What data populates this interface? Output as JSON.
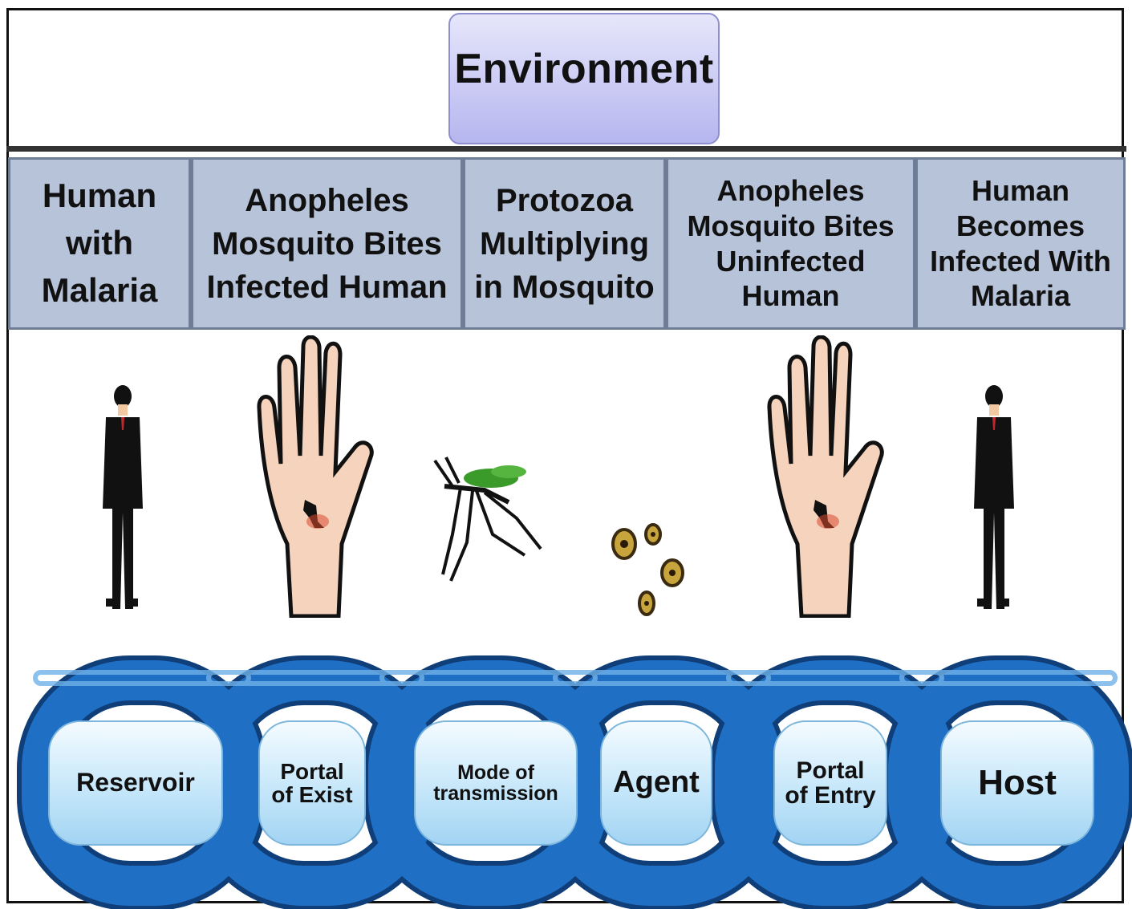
{
  "environment": {
    "label": "Environment"
  },
  "steps": [
    {
      "label": "Human\nwith\nMalaria"
    },
    {
      "label": "Anopheles\nMosquito  Bites\nInfected  Human"
    },
    {
      "label": "Protozoa\nMultiplying\nin Mosquito"
    },
    {
      "label": "Anopheles\nMosquito Bites\nUninfected\nHuman"
    },
    {
      "label": "Human\nBecomes\nInfected With\nMalaria"
    }
  ],
  "chain_links": [
    {
      "label": "Reservoir"
    },
    {
      "label": "Portal\nof Exist"
    },
    {
      "label": "Mode of\ntransmission"
    },
    {
      "label": "Agent"
    },
    {
      "label": "Portal\nof Entry"
    },
    {
      "label": "Host"
    }
  ],
  "colors": {
    "chain_blue": "#1f6fc4",
    "chain_dark": "#0f3e78",
    "step_fill": "#b7c3d9",
    "environment_fill": "#c9c9f4"
  }
}
